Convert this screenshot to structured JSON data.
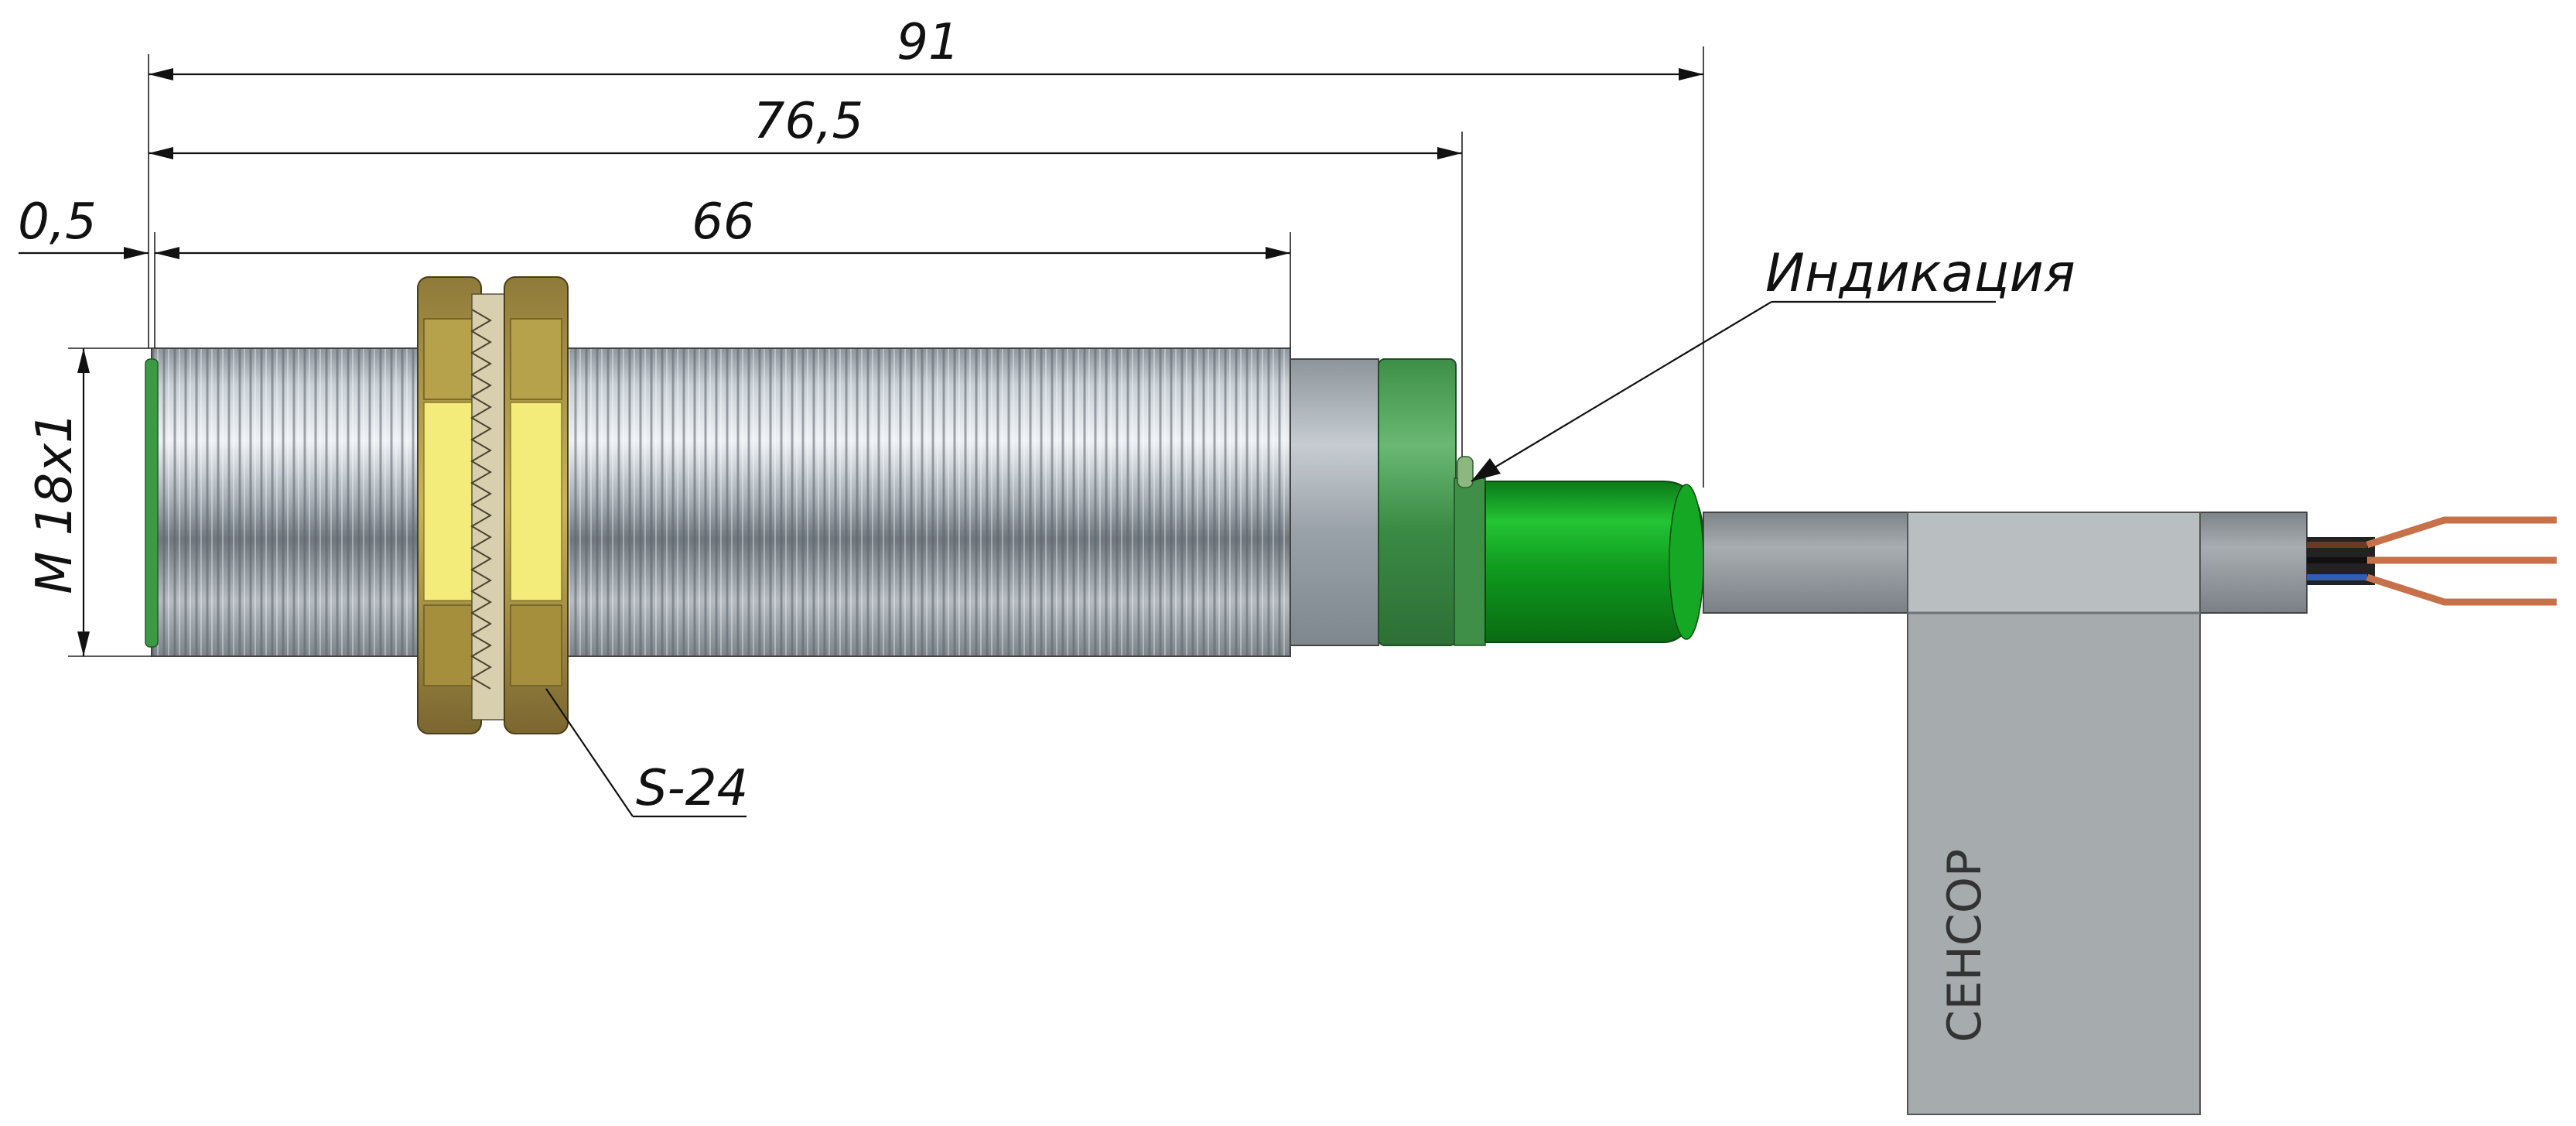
{
  "dimensions": {
    "overall_length": "91",
    "length_to_flange": "76,5",
    "thread_length": "66",
    "front_offset": "0,5",
    "thread_spec": "M 18x1"
  },
  "callouts": {
    "indicator": "Индикация",
    "nut_size": "S-24"
  },
  "label_brand": "СЕНСОР",
  "colors": {
    "housing_metal": "#9aa3ad",
    "nut_brass": "#c9b35a",
    "nut_highlight": "#f3ec7a",
    "green_ring": "#3f9a4e",
    "green_cap": "#0e9a1d",
    "cable_gray": "#8f969a",
    "tag_gray": "#a6abae",
    "wire_copper": "#c7714a",
    "wire_blue": "#2f5fae",
    "wire_brown": "#6b3a24"
  }
}
